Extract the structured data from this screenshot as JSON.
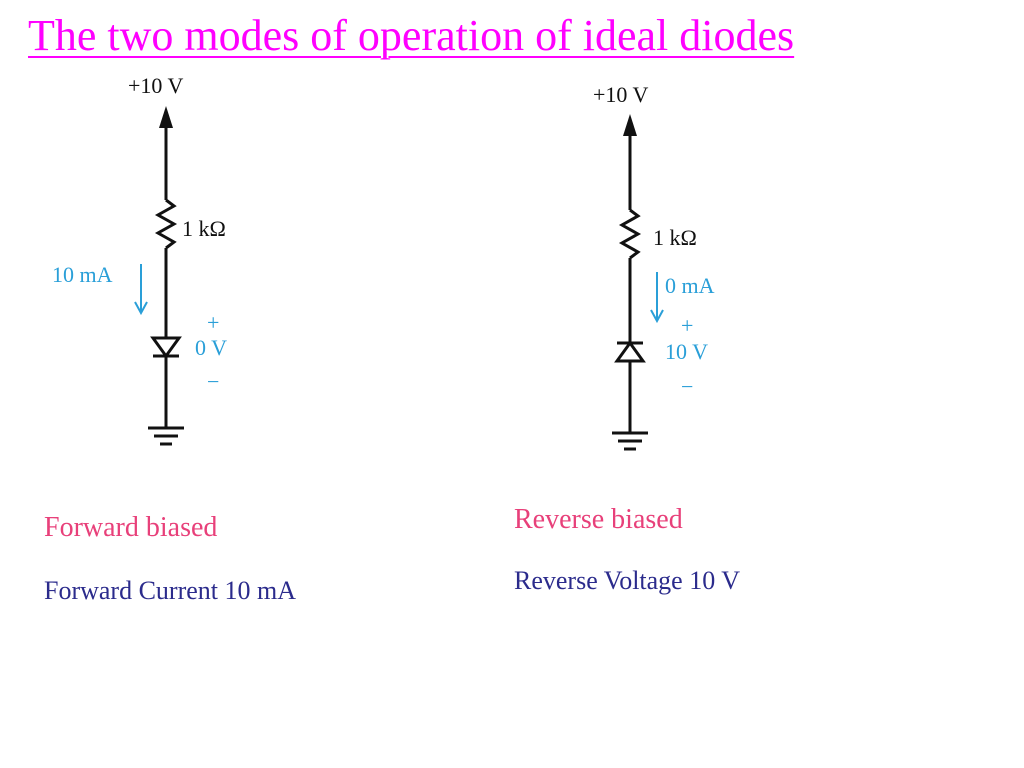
{
  "title": "The two modes of operation of ideal diodes",
  "colors": {
    "title": "#ff00ff",
    "circuit_line": "#111111",
    "annotation": "#2a9fd8",
    "state_caption": "#e8407a",
    "detail_caption": "#2b2b8c",
    "background": "#ffffff"
  },
  "forward": {
    "supply_label": "+10 V",
    "resistor_label": "1 kΩ",
    "current_label": "10 mA",
    "voltage_plus": "+",
    "voltage_value": "0 V",
    "voltage_minus": "−",
    "state_caption": "Forward biased",
    "detail_caption": "Forward Current 10 mA"
  },
  "reverse": {
    "supply_label": "+10 V",
    "resistor_label": "1 kΩ",
    "current_label": "0 mA",
    "voltage_plus": "+",
    "voltage_value": "10 V",
    "voltage_minus": "−",
    "state_caption": "Reverse biased",
    "detail_caption": "Reverse Voltage 10 V"
  }
}
